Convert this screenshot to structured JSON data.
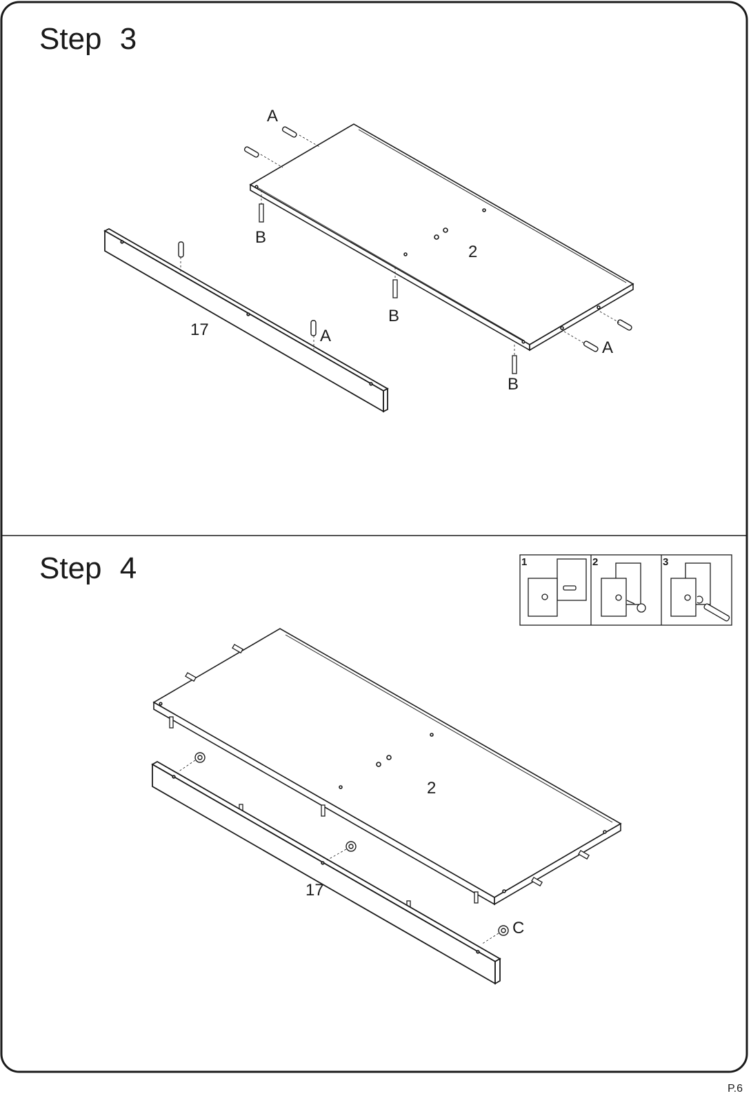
{
  "step3": {
    "title": "Step  3",
    "labels": {
      "panel": "2",
      "rail": "17",
      "dowel_a_1": "A",
      "dowel_a_2": "A",
      "dowel_a_3": "A",
      "cam_b_1": "B",
      "cam_b_2": "B",
      "cam_b_3": "B"
    }
  },
  "step4": {
    "title": "Step  4",
    "labels": {
      "panel": "2",
      "rail": "17",
      "cam_lock_c": "C"
    },
    "inset_steps": [
      "1",
      "2",
      "3"
    ]
  },
  "page_number": "P.6"
}
